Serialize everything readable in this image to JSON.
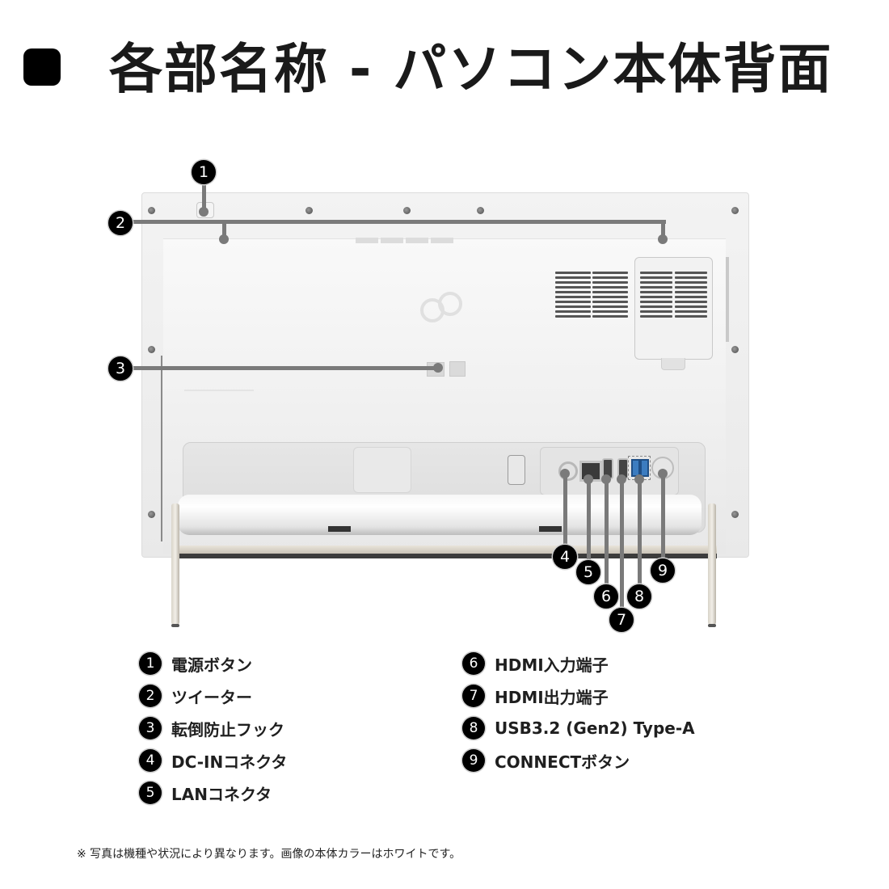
{
  "header": {
    "title": "各部名称 - パソコン本体背面",
    "bullet_color": "#000000"
  },
  "diagram": {
    "subject": "all-in-one PC rear view",
    "callouts": [
      {
        "num": "1"
      },
      {
        "num": "2"
      },
      {
        "num": "3"
      },
      {
        "num": "4"
      },
      {
        "num": "5"
      },
      {
        "num": "6"
      },
      {
        "num": "7"
      },
      {
        "num": "8"
      },
      {
        "num": "9"
      }
    ],
    "colors": {
      "leader_line": "#7a7a7a",
      "badge_bg": "#000000",
      "badge_text": "#ffffff",
      "usb_port": "#3c7cc0",
      "body": "#f1f1f1"
    }
  },
  "legend": {
    "left": [
      {
        "num": "1",
        "label": "電源ボタン"
      },
      {
        "num": "2",
        "label": "ツイーター"
      },
      {
        "num": "3",
        "label": "転倒防止フック"
      },
      {
        "num": "4",
        "label": "DC-INコネクタ"
      },
      {
        "num": "5",
        "label": "LANコネクタ"
      }
    ],
    "right": [
      {
        "num": "6",
        "label": "HDMI入力端子"
      },
      {
        "num": "7",
        "label": "HDMI出力端子"
      },
      {
        "num": "8",
        "label": "USB3.2 (Gen2) Type-A"
      },
      {
        "num": "9",
        "label": "CONNECTボタン"
      }
    ]
  },
  "footnote": "※ 写真は機種や状況により異なります。画像の本体カラーはホワイトです。"
}
